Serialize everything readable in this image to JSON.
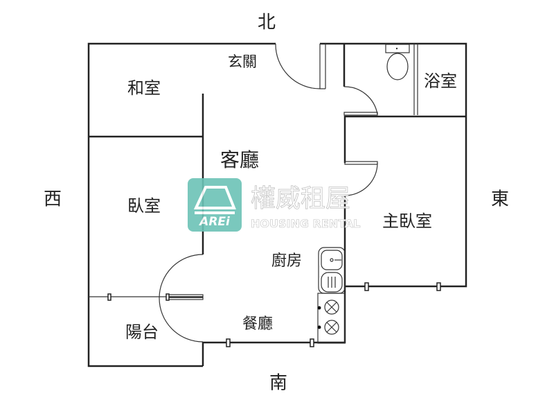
{
  "compass": {
    "north": "北",
    "south": "南",
    "west": "西",
    "east": "東"
  },
  "rooms": {
    "entrance": "玄關",
    "japanese_room": "和室",
    "living_room": "客廳",
    "bedroom": "臥室",
    "master_bedroom": "主臥室",
    "bathroom": "浴室",
    "kitchen": "廚房",
    "dining_room": "餐廳",
    "balcony": "陽台"
  },
  "watermark": {
    "logo_text": "AREi",
    "brand_name": "權威租屋",
    "tagline": "HOUSING RENTAL",
    "color": "#6cc3b6"
  }
}
